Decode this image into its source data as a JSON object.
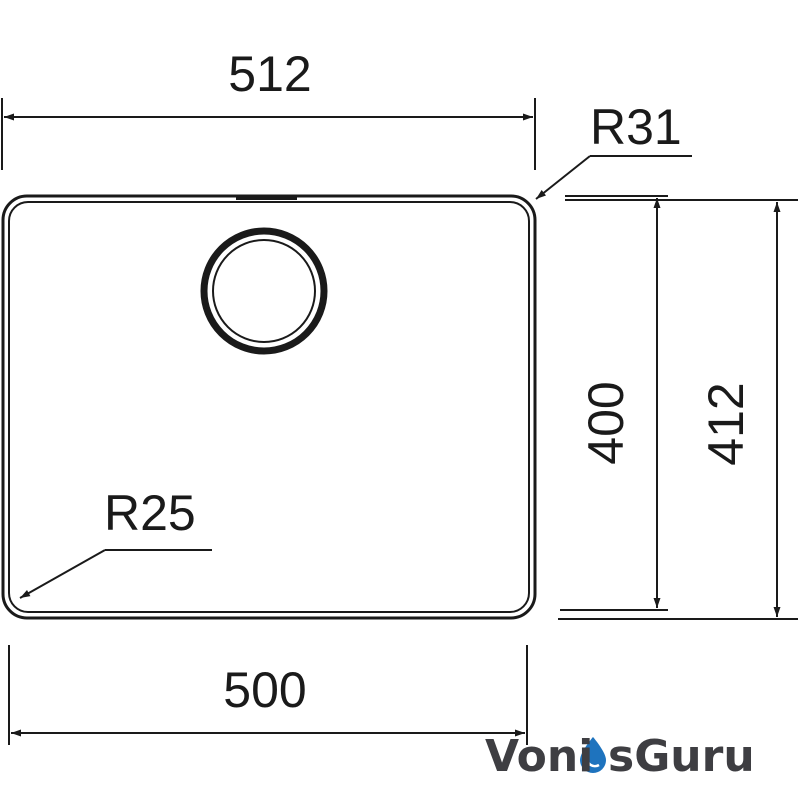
{
  "diagram": {
    "dimensions": {
      "top_width": "512",
      "bottom_width": "500",
      "inner_height": "400",
      "outer_height": "412"
    },
    "radii": {
      "outer_corner": "R31",
      "inner_corner": "R25"
    }
  },
  "watermark": {
    "text_before": "Voni",
    "text_after": "sGuru",
    "color_dark": "#3e3e42",
    "color_accent": "#1e73be",
    "icon": "water-drop-icon"
  },
  "colors": {
    "line": "#1a1a1a",
    "background": "#ffffff"
  }
}
